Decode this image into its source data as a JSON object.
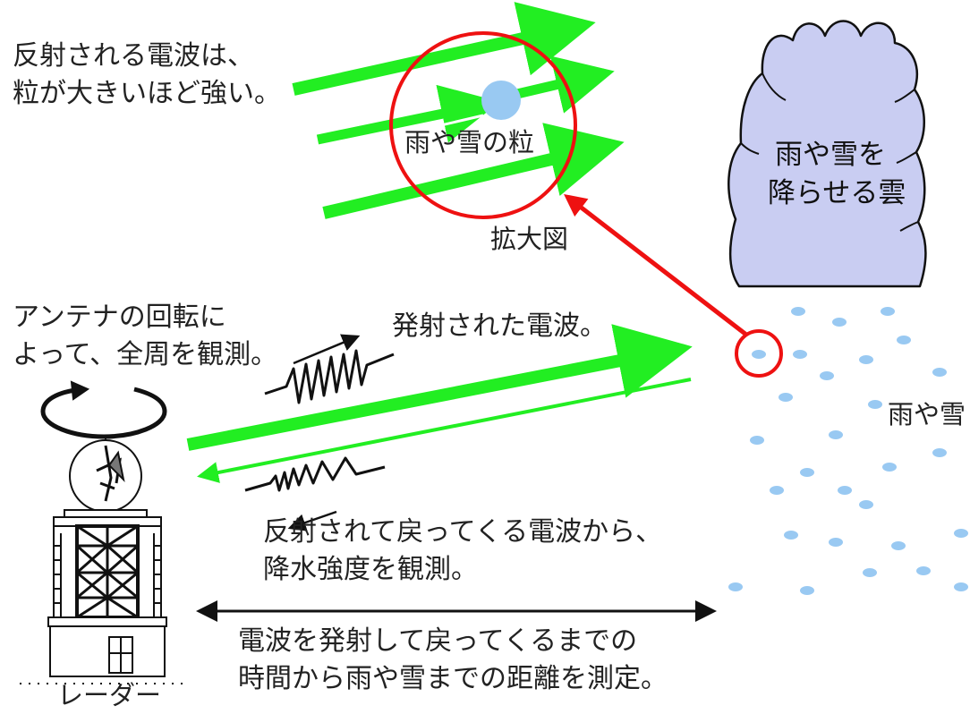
{
  "labels": {
    "reflection_note": [
      "反射される電波は、",
      "粒が大きいほど強い。"
    ],
    "particle": "雨や雪の粒",
    "zoom": "拡大図",
    "cloud": [
      "雨や雪を",
      "降らせる雲"
    ],
    "antenna_note": [
      "アンテナの回転に",
      "よって、全周を観測。"
    ],
    "emitted_wave": "発射された電波。",
    "precipitation": "雨や雪",
    "returned_wave_note": [
      "反射されて戻ってくる電波から、",
      "降水強度を観測。"
    ],
    "distance_note": [
      "電波を発射して戻ってくるまでの",
      "時間から雨や雪までの距離を測定。"
    ],
    "radar": "レーダー"
  },
  "colors": {
    "wave_green": "#22ee22",
    "zoom_red": "#ee1111",
    "drop_blue": "#99c9f2",
    "cloud_fill": "#c9cdf2",
    "line_black": "#111111"
  },
  "icons": [
    "rotation-arrow-icon",
    "radar-tower-icon",
    "raincloud-icon",
    "raindrop-icon"
  ]
}
